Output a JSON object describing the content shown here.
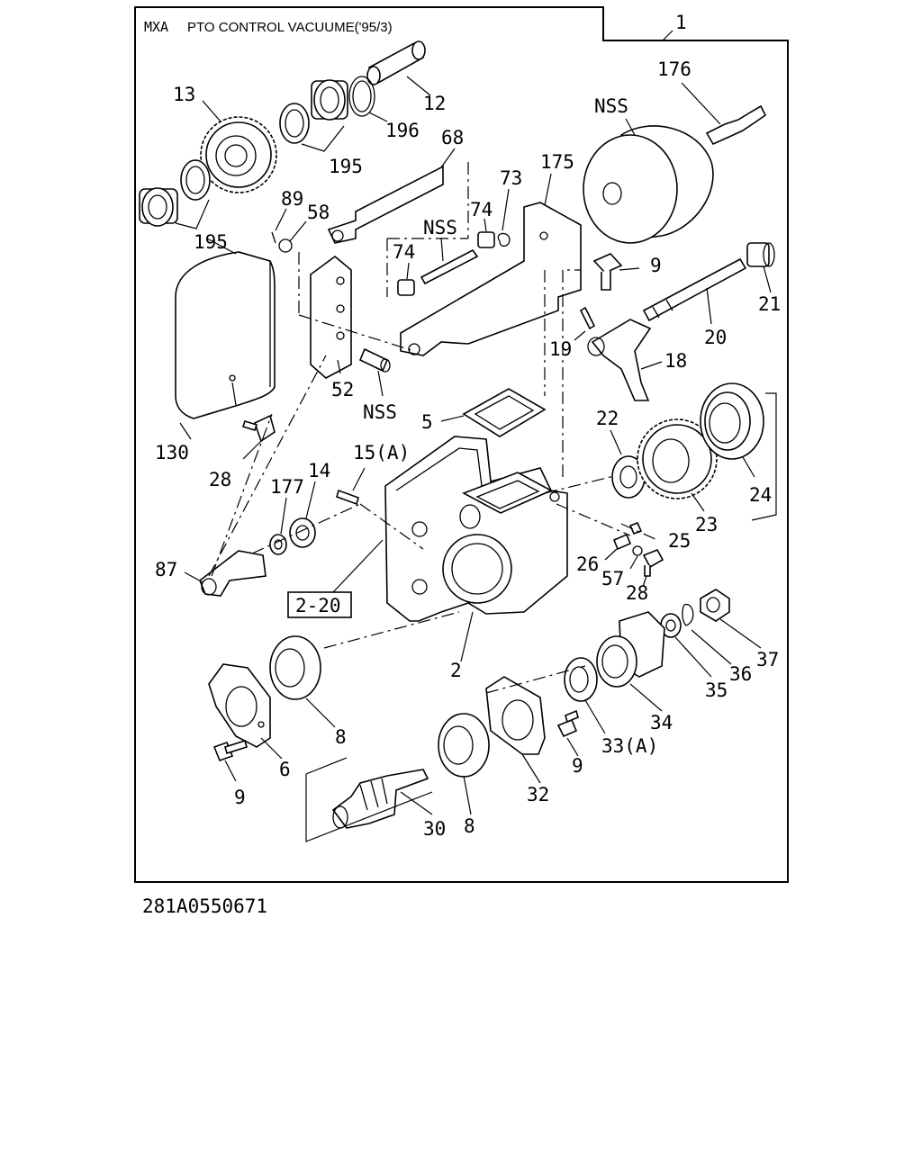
{
  "header": {
    "model_code": "MXA",
    "title": "PTO CONTROL VACUUME('95/3)"
  },
  "assembly_ref": "1",
  "footer": {
    "document_number": "281A0550671"
  },
  "reference_box": "2-20",
  "callouts": {
    "p176": "176",
    "pNSS_top": "NSS",
    "p12": "12",
    "p13": "13",
    "p196": "196",
    "p195a": "195",
    "p195b": "195",
    "p68": "68",
    "p175": "175",
    "p73": "73",
    "p74a": "74",
    "p74b": "74",
    "pNSS_mid": "NSS",
    "p89": "89",
    "p58": "58",
    "p9a": "9",
    "p21": "21",
    "p20": "20",
    "p19": "19",
    "p18": "18",
    "p52": "52",
    "pNSS_low": "NSS",
    "p130": "130",
    "p5": "5",
    "p22": "22",
    "p28a": "28",
    "p15": "15(A)",
    "p14": "14",
    "p177": "177",
    "p24": "24",
    "p23": "23",
    "p25": "25",
    "p26": "26",
    "p57": "57",
    "p28b": "28",
    "p87": "87",
    "p2": "2",
    "p37": "37",
    "p36": "36",
    "p35": "35",
    "p8a": "8",
    "p34": "34",
    "p6": "6",
    "p33": "33(A)",
    "p9b": "9",
    "p9c": "9",
    "p32": "32",
    "p30": "30",
    "p8b": "8"
  }
}
